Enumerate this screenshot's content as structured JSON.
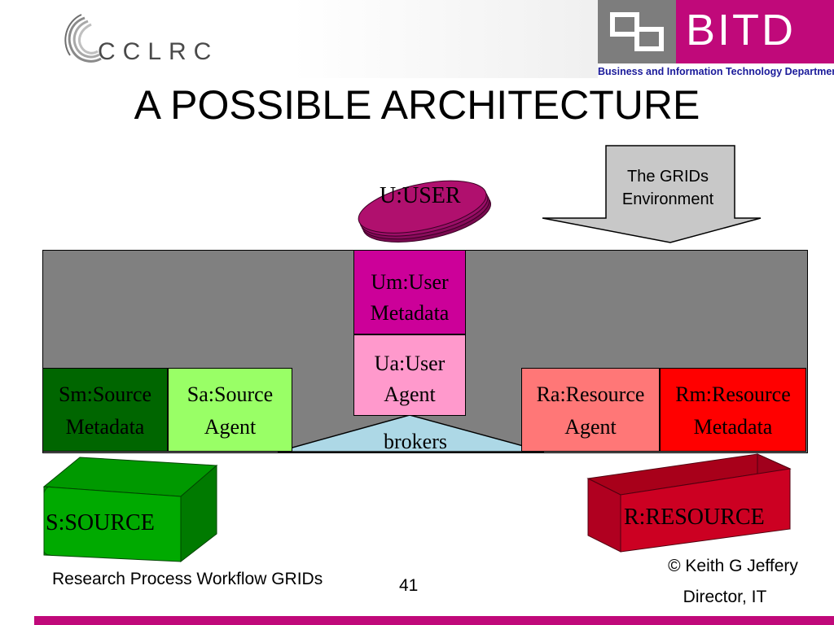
{
  "header": {
    "org_logo_text": "CCLRC",
    "dept_logo_text": "BITD",
    "dept_subtitle": "Business and Information Technology Department"
  },
  "slide": {
    "title": "A POSSIBLE ARCHITECTURE"
  },
  "diagram": {
    "grids_arrow": {
      "line1": "The GRIDs",
      "line2": "Environment"
    },
    "user": {
      "label": "U:USER",
      "color": "#b0106e"
    },
    "user_metadata": {
      "line1": "Um:User",
      "line2": "Metadata",
      "color": "#cc0099"
    },
    "user_agent": {
      "line1": "Ua:User",
      "line2": "Agent",
      "color": "#ff99cc"
    },
    "source_metadata": {
      "line1": "Sm:Source",
      "line2": "Metadata",
      "color": "#006600"
    },
    "source_agent": {
      "line1": "Sa:Source",
      "line2": "Agent",
      "color": "#99ff66"
    },
    "resource_agent": {
      "line1": "Ra:Resource",
      "line2": "Agent",
      "color": "#ff7777"
    },
    "resource_metadata": {
      "line1": "Rm:Resource",
      "line2": "Metadata",
      "color": "#ff0000"
    },
    "brokers": {
      "label": "brokers",
      "color": "#add8e6"
    },
    "source": {
      "label": "S:SOURCE",
      "color": "#00aa00"
    },
    "resource": {
      "label": "R:RESOURCE",
      "color": "#cc0022"
    },
    "panel_color": "#808080"
  },
  "footer": {
    "left_text": "Research Process Workflow GRIDs",
    "page_number": "41",
    "copyright": "© Keith G Jeffery",
    "role": "Director, IT",
    "accent_color": "#c0097a"
  }
}
